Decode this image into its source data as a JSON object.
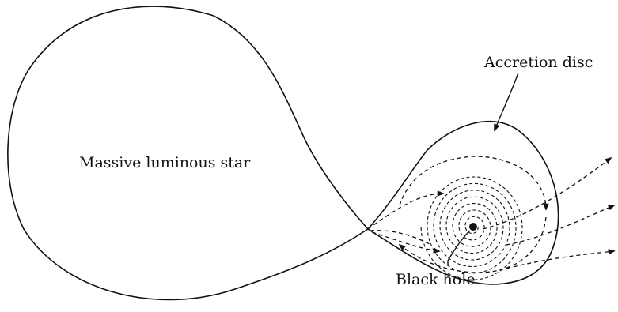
{
  "labels": {
    "star": "Massive luminous star",
    "disc": "Accretion disc",
    "hole": "Black hole"
  },
  "colors": {
    "ink": "#111111",
    "background": "#ffffff"
  }
}
